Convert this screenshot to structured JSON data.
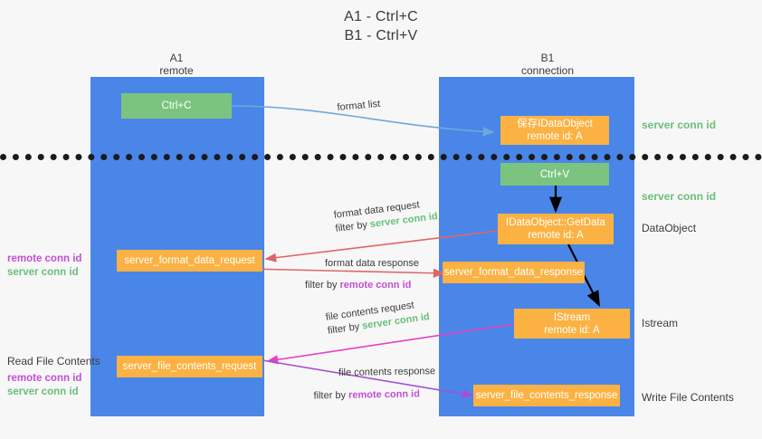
{
  "title": {
    "line1": "A1 - Ctrl+C",
    "line2": "B1 - Ctrl+V"
  },
  "columns": [
    {
      "name": "A1",
      "sub": "remote"
    },
    {
      "name": "B1",
      "sub": "connection"
    }
  ],
  "colors": {
    "lane": "#4a86e8",
    "green_box": "#7bc47f",
    "orange_box": "#fbb243",
    "server_conn": "#68c07a",
    "remote_conn": "#c24fd4",
    "divider": "#1b1b1b",
    "arrow_blue": "#6fa8dc",
    "arrow_red": "#e06666",
    "arrow_magenta": "#e83fc4",
    "arrow_purple": "#a64fd4",
    "arrow_black": "#000000",
    "background": "#f7f7f7",
    "text": "#3c3c3c"
  },
  "boxes": {
    "ctrl_c": {
      "label": "Ctrl+C"
    },
    "ctrl_v": {
      "label": "Ctrl+V"
    },
    "save_dataobject": {
      "line1": "保存IDataObject",
      "line2": "remote id: A"
    },
    "getdata": {
      "line1": "IDataObject::GetData",
      "line2": "remote id: A"
    },
    "istream": {
      "line1": "IStream",
      "line2": "remote id: A"
    },
    "format_data_request": {
      "label": "server_format_data_request"
    },
    "format_data_response": {
      "label": "server_format_data_response"
    },
    "file_contents_request": {
      "label": "server_file_contents_request"
    },
    "file_contents_response": {
      "label": "server_file_contents_response"
    }
  },
  "right_labels": {
    "server_conn_1": "server conn id",
    "server_conn_2": "server conn id",
    "dataobject": "DataObject",
    "istream": "Istream",
    "write_file_contents": "Write File Contents"
  },
  "left_labels": {
    "remote_conn_1": "remote conn id",
    "server_conn_1": "server conn id",
    "read_file_contents": "Read File Contents",
    "remote_conn_2": "remote conn id",
    "server_conn_2": "server conn id"
  },
  "edges": [
    {
      "id": "format-list",
      "label": "format list"
    },
    {
      "id": "format-data-request",
      "l1": "format data request",
      "l2_prefix": "filter by ",
      "l2_key": "server conn id",
      "l2_kind": "server"
    },
    {
      "id": "format-data-response",
      "l1": "format data response",
      "l2_prefix": "filter by ",
      "l2_key": "remote conn id",
      "l2_kind": "remote"
    },
    {
      "id": "file-contents-request",
      "l1": "file contents request",
      "l2_prefix": "filter by ",
      "l2_key": "server conn id",
      "l2_kind": "server"
    },
    {
      "id": "file-contents-response",
      "l1": "file contents response",
      "l2_prefix": "filter by ",
      "l2_key": "remote conn id",
      "l2_kind": "remote"
    }
  ]
}
